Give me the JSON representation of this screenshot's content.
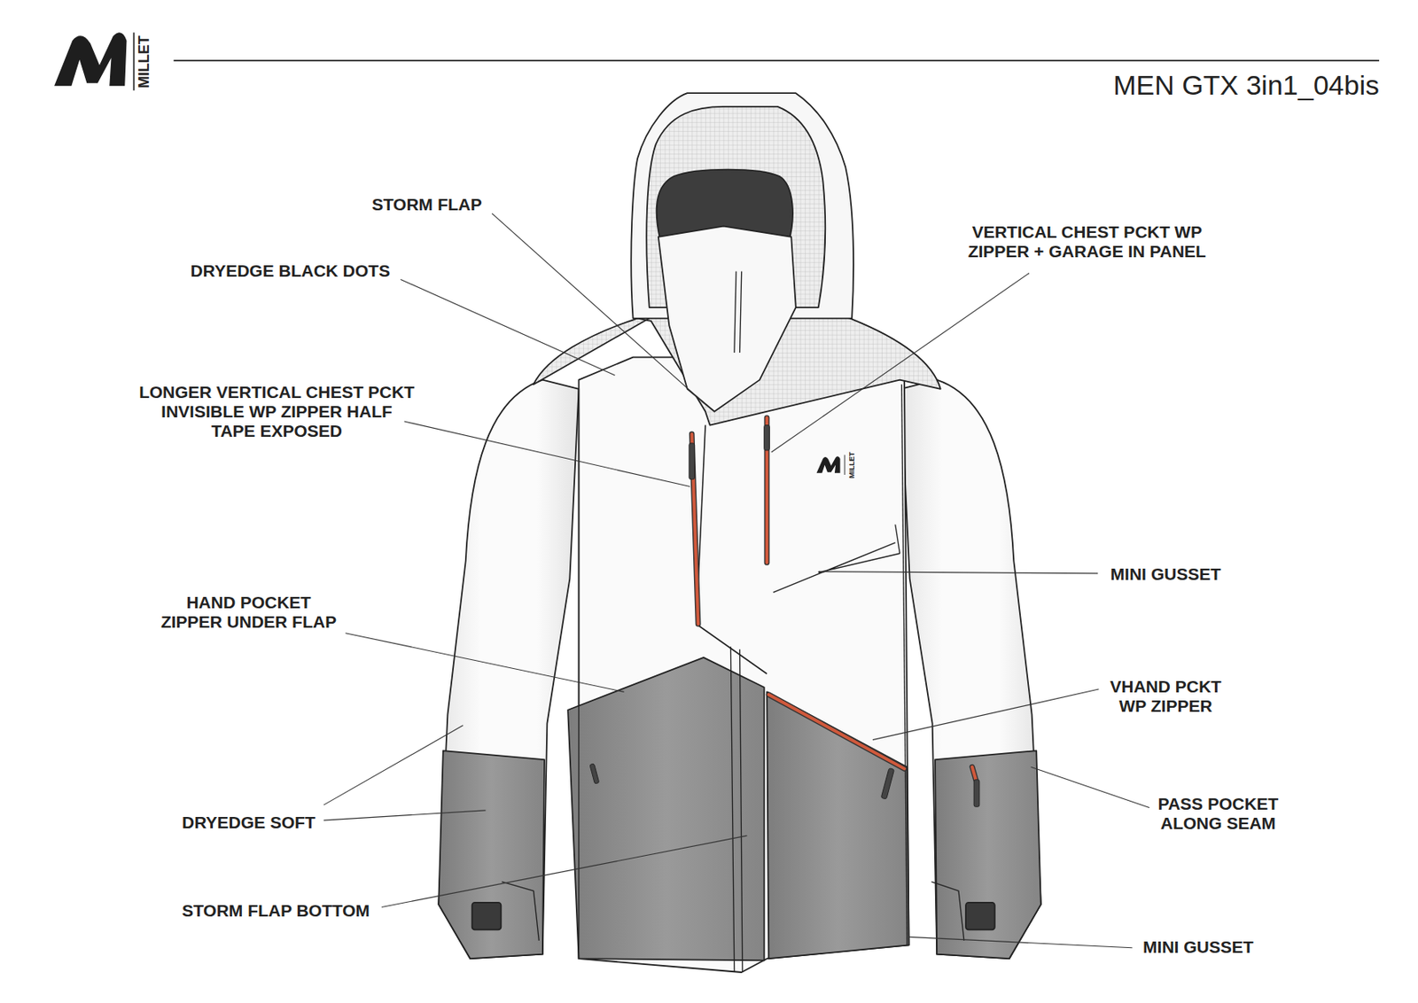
{
  "diagram": {
    "title": "MEN GTX 3in1_04bis",
    "labels": [
      "MILLET",
      "STORM FLAP",
      "DRYEDGE BLACK DOTS",
      "LONGER VERTICAL CHEST PCKT INVISIBLE WP ZIPPER HALF TAPE EXPOSED",
      "HAND POCKET ZIPPER UNDER FLAP",
      "DRYEDGE SOFT",
      "STORM FLAP BOTTOM",
      "VERTICAL CHEST PCKT WP ZIPPER + GARAGE IN PANEL",
      "MINI GUSSET",
      "VHAND PCKT WP ZIPPER",
      "PASS POCKET ALONG SEAM",
      "MINI GUSSET",
      "MILLET"
    ]
  }
}
